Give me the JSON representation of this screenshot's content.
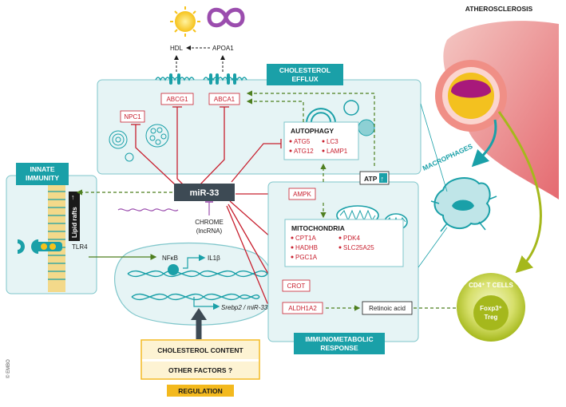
{
  "top_right": {
    "atherosclerosis": "ATHEROSCLEROSIS"
  },
  "efflux": {
    "header_line1": "CHOLESTEROL",
    "header_line2": "EFFLUX",
    "hdl": "HDL",
    "apoa1": "APOA1",
    "abcg1": "ABCG1",
    "abca1": "ABCA1",
    "npc1": "NPC1"
  },
  "autophagy": {
    "title": "AUTOPHAGY",
    "genes": [
      "ATG5",
      "LC3",
      "ATG12",
      "LAMP1"
    ]
  },
  "atp": "ATP",
  "innate": {
    "header_line1": "INNATE",
    "header_line2": "IMMUNITY",
    "lipid_rafts": "Lipid rafts",
    "tlr4": "TLR4"
  },
  "center": {
    "mir33": "miR-33",
    "chrome_line1": "CHROME",
    "chrome_line2": "(lncRNA)"
  },
  "nucleus": {
    "nfkb": "NFκB",
    "il1b": "IL1β",
    "srebp2": "Srebp2 / miR-33"
  },
  "immunometabolic": {
    "ampk": "AMPK",
    "mito_title": "MITOCHONDRIA",
    "mito_genes": [
      "CPT1A",
      "PDK4",
      "HADHB",
      "SLC25A25",
      "PGC1A"
    ],
    "crot": "CROT",
    "aldh1a2": "ALDH1A2",
    "retinoic": "Retinoic acid",
    "header_line1": "IMMUNOMETABOLIC",
    "header_line2": "RESPONSE"
  },
  "macrophages": "MACROPHAGES",
  "tcells": {
    "title": "CD4⁺ T CELLS",
    "foxp3": "Foxp3⁺",
    "treg": "Treg"
  },
  "regulation": {
    "content": "CHOLESTEROL CONTENT",
    "other": "OTHER FACTORS ?",
    "label": "REGULATION"
  },
  "copyright": "© EMBO",
  "colors": {
    "teal": "#1aa0a8",
    "teal_light": "#e6f4f5",
    "red": "#c8202f",
    "green": "#4e7f1f",
    "dark": "#3d4a54",
    "yellow": "#f3b91e",
    "olive": "#a5b81c"
  }
}
